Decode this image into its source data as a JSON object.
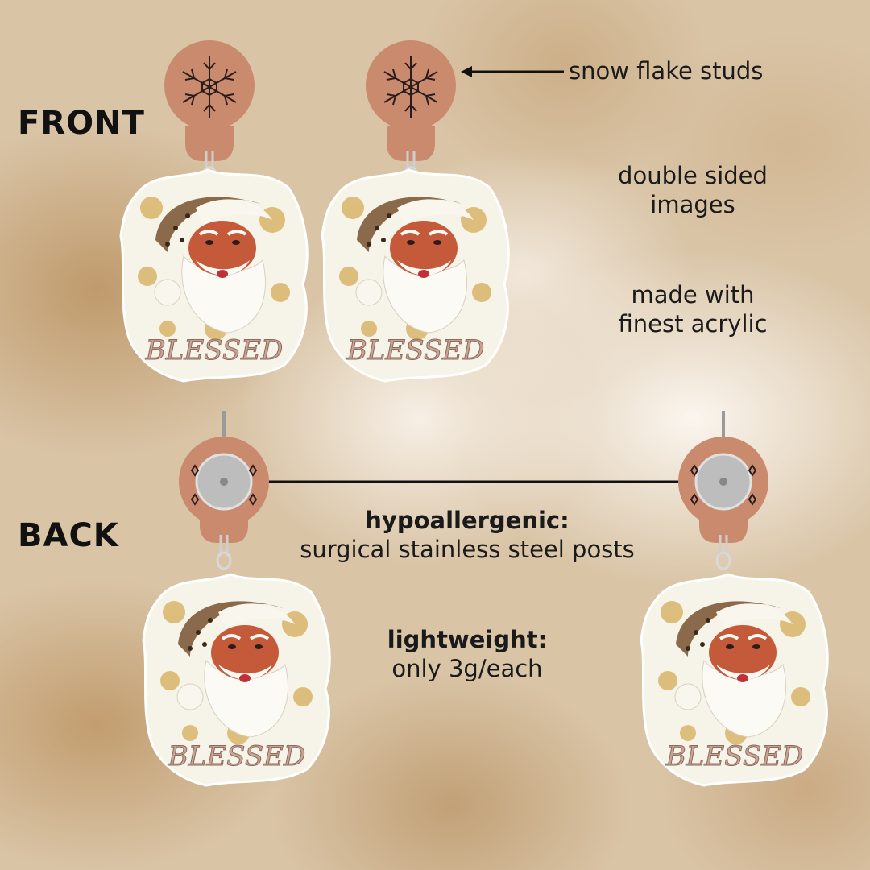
{
  "labels": {
    "front": "FRONT",
    "back": "BACK"
  },
  "notes": {
    "studs": "snow flake studs",
    "double_1": "double sided",
    "double_2": "images",
    "acrylic_1": "made with",
    "acrylic_2": "finest acrylic",
    "hypo_title": "hypoallergenic:",
    "hypo_text": "surgical stainless steel posts",
    "light_title": "lightweight:",
    "light_text": "only 3g/each"
  },
  "charm_text": "BLESSED",
  "colors": {
    "stud": "#c98a6e",
    "charm_bg": "#f6f3e8",
    "face": "#c55a3a",
    "leopard": "#8a6a4a",
    "gold": "#d9b46a",
    "text": "#1a1a1a"
  }
}
